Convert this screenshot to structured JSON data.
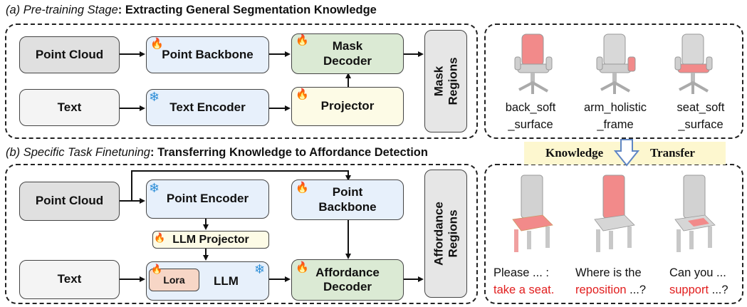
{
  "stage_a": {
    "prefix": "(a) Pre-training Stage",
    "colon": ": ",
    "title": "Extracting General Segmentation Knowledge",
    "point_cloud": "Point Cloud",
    "text": "Text",
    "point_backbone": "Point Backbone",
    "text_encoder": "Text Encoder",
    "mask_decoder": "Mask Decoder",
    "projector": "Projector",
    "regions": "Mask Regions",
    "regions_line1": "Mask",
    "regions_line2": "Regions",
    "captions": [
      {
        "line1": "back_soft",
        "line2": "_surface"
      },
      {
        "line1": "arm_holistic",
        "line2": "_frame"
      },
      {
        "line1": "seat_soft",
        "line2": "_surface"
      }
    ]
  },
  "transfer": {
    "left": "Knowledge",
    "right": "Transfer"
  },
  "stage_b": {
    "prefix": "(b) Specific Task Finetuning",
    "colon": ": ",
    "title": "Transferring Knowledge to Affordance Detection",
    "point_cloud": "Point Cloud",
    "text": "Text",
    "point_encoder": "Point Encoder",
    "point_backbone": "Point Backbone",
    "llm_projector": "LLM Projector",
    "lora": "Lora",
    "llm": "LLM",
    "affordance_decoder": "Affordance Decoder",
    "regions_line1": "Affordance",
    "regions_line2": "Regions",
    "captions": [
      {
        "pre": "Please ... :",
        "red": "take a seat",
        "post": "."
      },
      {
        "pre": "Where is the",
        "red": "reposition",
        "post": " ...?"
      },
      {
        "pre": "Can you ...",
        "red": "support",
        "post": " ...?"
      }
    ]
  },
  "colors": {
    "fire": "#e2461b",
    "snow": "#2f8fd8",
    "highlight_red": "#e11d1d",
    "chair_highlight": "#f28a8a"
  },
  "icons": {
    "trainable": "fire-icon",
    "frozen": "snowflake-icon",
    "transfer_arrow": "down-arrow-icon"
  }
}
